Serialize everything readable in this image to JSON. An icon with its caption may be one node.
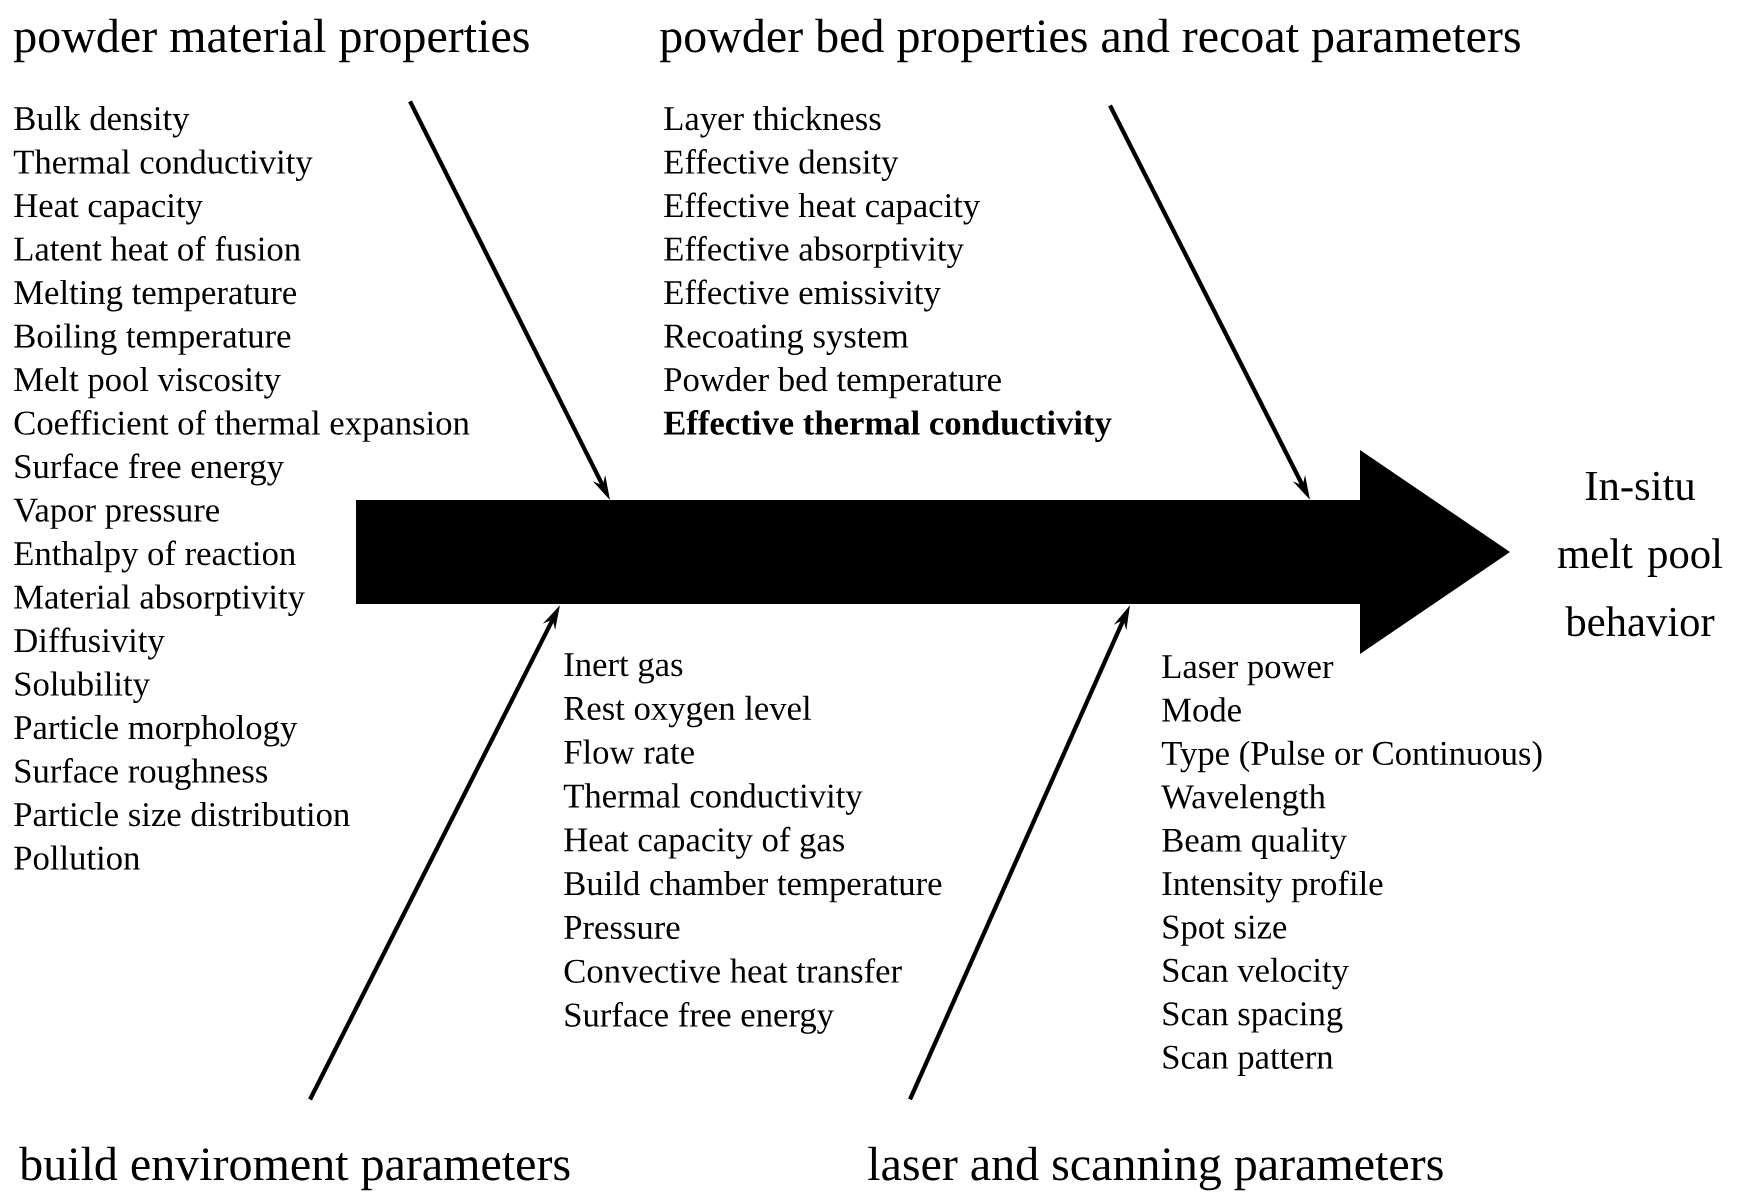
{
  "diagram": {
    "nodes": [
      {
        "text": [
          "powder material properties"
        ],
        "beside": [
          "Bulk density",
          "Thermal conductivity",
          "Heat capacity",
          "Latent heat of fusion",
          "Melting temperature",
          "Boiling temperature",
          "Melt pool viscosity",
          "Coefficient of thermal expansion",
          "Surface free energy",
          "Vapor pressure",
          "Enthalpy of reaction",
          "Material absorptivity",
          "Diffusivity",
          "Solubility",
          "Particle morphology",
          "Surface roughness",
          "Particle size distribution",
          "Pollution"
        ]
      },
      {
        "text": [
          "powder bed properties and recoat parameters"
        ],
        "beside": [
          "Layer thickness",
          "Effective density",
          "Effective heat capacity",
          "Effective absorptivity",
          "Effective emissivity",
          "Recoating system",
          "Powder bed temperature",
          "**Effective thermal conductivity**"
        ]
      },
      {
        "text": [],
        "shape": "arrow"
      },
      {
        "text": [
          "In-situ melt pool behavior"
        ]
      },
      {
        "text": [
          "build enviroment parameters"
        ],
        "beside": [
          "Inert gas",
          "Rest oxygen level",
          "Flow rate",
          "Thermal conductivity",
          "Heat capacity of gas",
          "Build chamber temperature",
          "Pressure",
          "Convective heat transfer",
          "Surface free energy"
        ]
      },
      {
        "text": [
          "laser and scanning parameters"
        ],
        "beside": [
          "Laser power",
          "Mode",
          "Type (Pulse or Continuous)",
          "Wavelength",
          "Beam quality",
          "Intensity profile",
          "Spot size",
          "Scan velocity",
          "Scan spacing",
          "Scan pattern"
        ]
      }
    ],
    "edges": [
      {
        "from": 0,
        "to": 2,
        "arrow": "to"
      },
      {
        "from": 1,
        "to": 2,
        "arrow": "to"
      },
      {
        "from": 4,
        "to": 2,
        "arrow": "to"
      },
      {
        "from": 5,
        "to": 2,
        "arrow": "to"
      }
    ]
  }
}
